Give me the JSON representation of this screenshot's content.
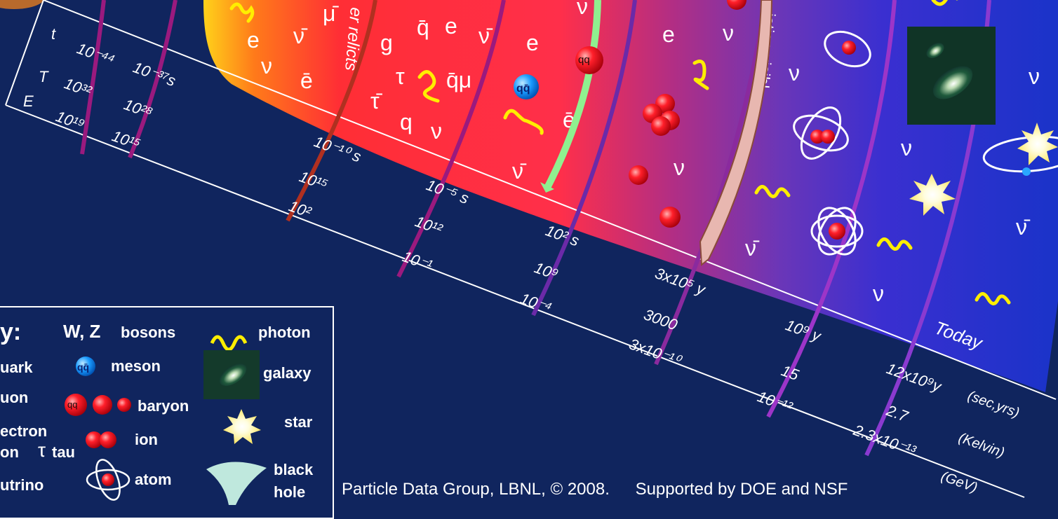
{
  "axis_row_labels": [
    "t",
    "T",
    "E"
  ],
  "epoch_labels": [
    {
      "t": "10⁻⁴⁴",
      "T": "10³²",
      "E": "10¹⁹"
    },
    {
      "t": "10⁻³⁷s",
      "T": "10²⁸",
      "E": "10¹⁵"
    },
    {
      "t": "10⁻¹⁰ s",
      "T": "10¹⁵",
      "E": "10²"
    },
    {
      "t": "10⁻⁵ s",
      "T": "10¹²",
      "E": "10⁻¹"
    },
    {
      "t": "10² s",
      "T": "10⁹",
      "E": "10⁻⁴"
    },
    {
      "t": "3x10⁵ y",
      "T": "3000",
      "E": "3x10⁻¹⁰"
    },
    {
      "t": "10⁹ y",
      "T": "15",
      "E": "10⁻¹²"
    },
    {
      "t": "Today",
      "T": "",
      "E": ""
    }
  ],
  "today_values": {
    "t": "12x10⁹y",
    "T": "2.7",
    "E": "2.3x10⁻¹³"
  },
  "units": {
    "t": "(sec,yrs)",
    "T": "(Kelvin)",
    "E": "(GeV)"
  },
  "band_labels": {
    "relicts": "er relicts",
    "radiation": "iation visibl"
  },
  "particle_symbols": {
    "e": "e",
    "nu": "ν",
    "nubar": "ν̄",
    "ebar": "ē",
    "mubar": "μ̄",
    "g": "g",
    "qbar": "q̄",
    "q": "q",
    "tau": "τ",
    "taubar": "τ̄",
    "qbar_mu": "q̄μ",
    "qqbar": "qq̄",
    "qq": "qq"
  },
  "legend": {
    "title": "y:",
    "wz": "W, Z",
    "bosons": "bosons",
    "photon": "photon",
    "meson": "meson",
    "galaxy": "galaxy",
    "quark": "uark",
    "gluon": "uon",
    "baryon": "baryon",
    "star": "star",
    "electron": "ectron",
    "muon": "on",
    "tau_symbol": "τ",
    "tau": "tau",
    "ion": "ion",
    "black": "black",
    "hole": "hole",
    "neutrino": "utrino",
    "atom": "atom"
  },
  "footer": {
    "credit": "Particle Data Group, LBNL, © 2008.",
    "support": "Supported by DOE and NSF"
  },
  "colors": {
    "background": "#10255e",
    "hot_red": "#ff2a3a",
    "photon_yellow": "#ffee00",
    "green_arrow": "#8ff08f",
    "pink_arrow": "#e8b7b0",
    "epoch_line": "#9a1a7e"
  }
}
